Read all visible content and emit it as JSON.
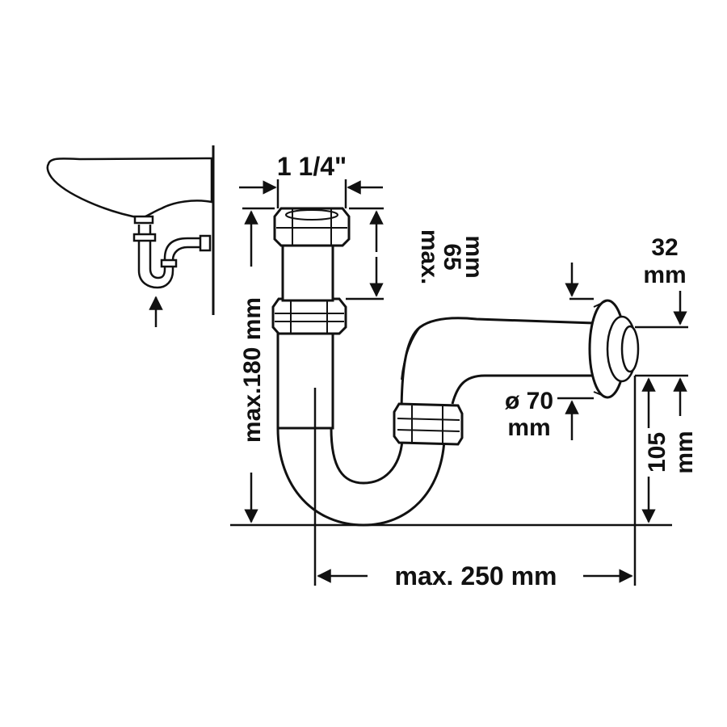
{
  "labels": {
    "thread_size": "1 1/4\"",
    "max_65_line1": "max.",
    "max_65_line2": "65",
    "max_65_line3": "mm",
    "outlet_32_line1": "32",
    "outlet_32_line2": "mm",
    "max_180": "max.180 mm",
    "diameter_70_line1": "ø 70",
    "diameter_70_line2": "mm",
    "dim_105_line1": "105",
    "dim_105_line2": "mm",
    "max_250": "max. 250 mm"
  },
  "colors": {
    "ink": "#111111",
    "paper": "#ffffff"
  }
}
